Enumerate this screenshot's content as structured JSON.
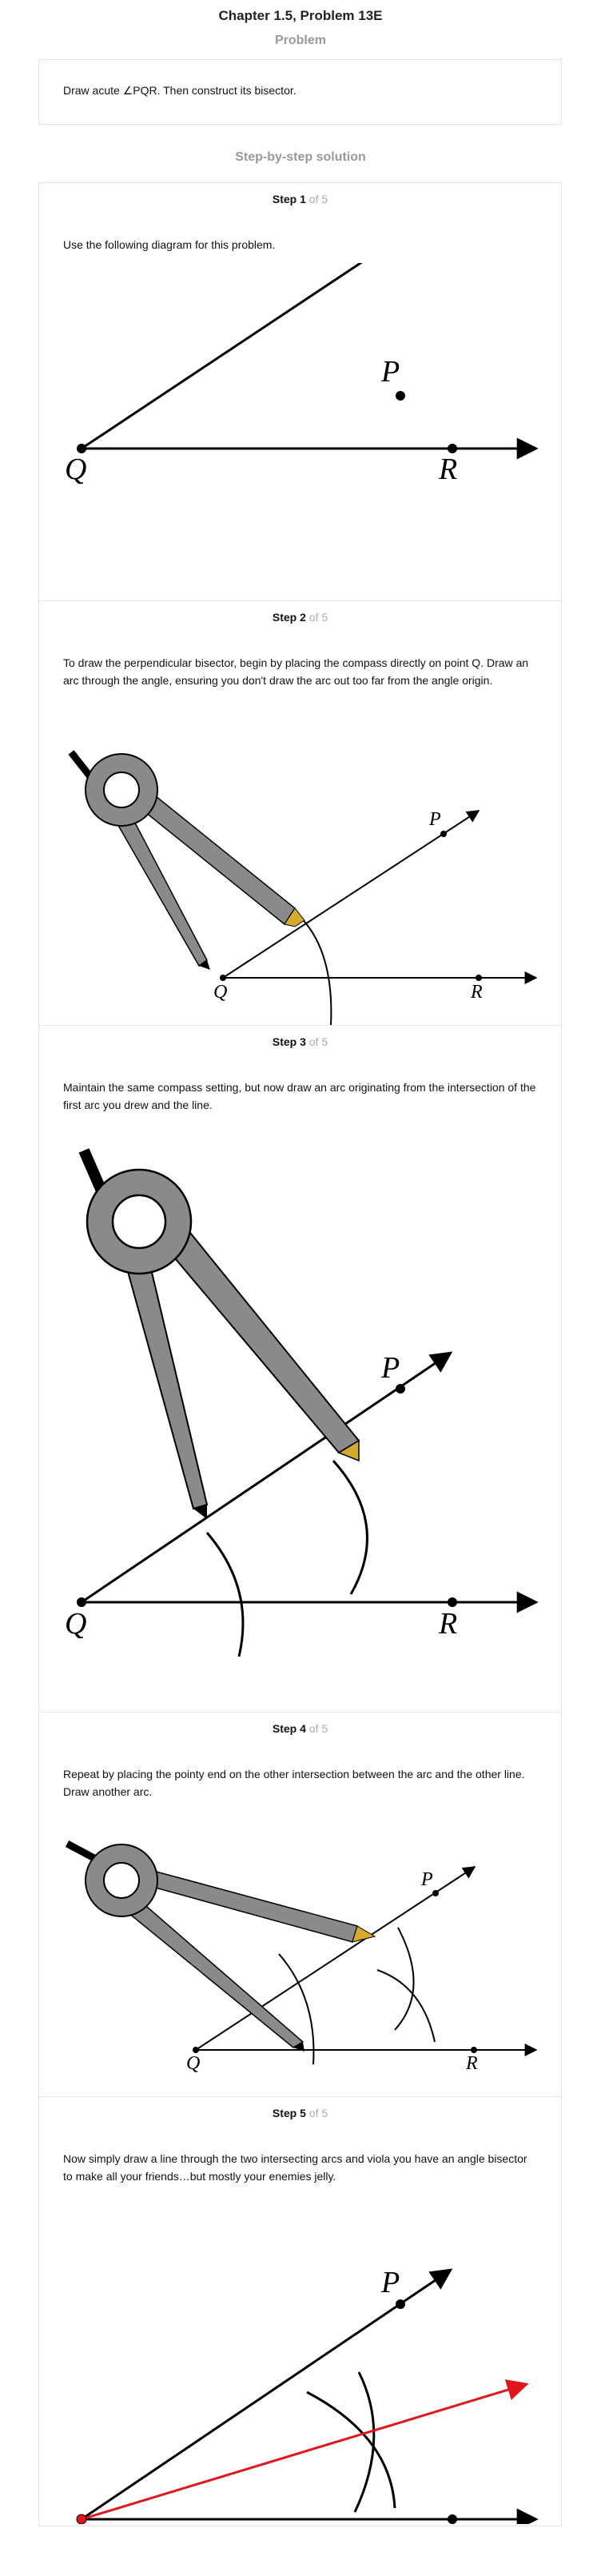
{
  "page": {
    "title": "Chapter 1.5, Problem 13E",
    "problem_label": "Problem",
    "solution_label": "Step-by-step solution"
  },
  "problem": {
    "text": "Draw acute ∠PQR. Then construct its bisector."
  },
  "step_word": "Step",
  "step_total_text": "of 5",
  "steps": [
    {
      "number": "1",
      "text": "Use the following diagram for this problem."
    },
    {
      "number": "2",
      "text": "To draw the perpendicular bisector, begin by placing the compass directly on point Q. Draw an arc through the angle, ensuring you don't draw the arc out too far from the angle origin."
    },
    {
      "number": "3",
      "text": "Maintain the same compass setting, but now draw an arc originating from the intersection of the first arc you drew and the line."
    },
    {
      "number": "4",
      "text": "Repeat by placing the pointy end on the other intersection between the arc and the other line. Draw another arc."
    },
    {
      "number": "5",
      "text": "Now simply draw a line through the two intersecting arcs and viola you have an angle bisector to make all your friends…but mostly your enemies jelly."
    }
  ],
  "labels": {
    "P": "P",
    "Q": "Q",
    "R": "R"
  },
  "colors": {
    "compass_gray": "#8a8a8a",
    "pencil_tip": "#d4aa2a",
    "bisector_red": "#e0161c"
  }
}
